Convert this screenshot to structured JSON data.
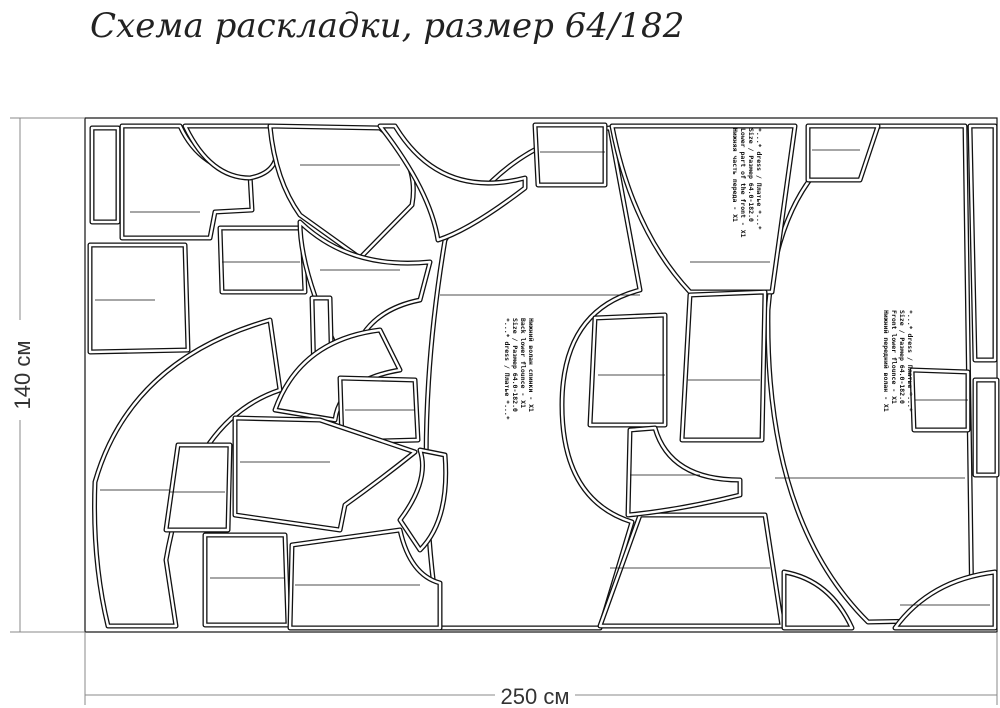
{
  "title": "Схема раскладки, размер 64/182",
  "dimensions": {
    "height_label": "140 см",
    "width_label": "250 см"
  },
  "pieces": {
    "back_flounce": [
      "*...* dress / Платье *...*",
      "Size / Размер 64.0-182.0",
      "Back lower flounce - X1",
      "Нижний волан спинки - X1"
    ],
    "front_flounce": [
      "*...* dress / Платье *...*",
      "Size / Размер 64.0-182.0",
      "Front lower flounce - X1",
      "Нижний передний волан - X1"
    ],
    "front_lower": [
      "*...* dress / Платье *...*",
      "Size / Размер 64.0-182.0",
      "Lower part of the front - X1",
      "Нижняя часть переда - X1"
    ]
  }
}
